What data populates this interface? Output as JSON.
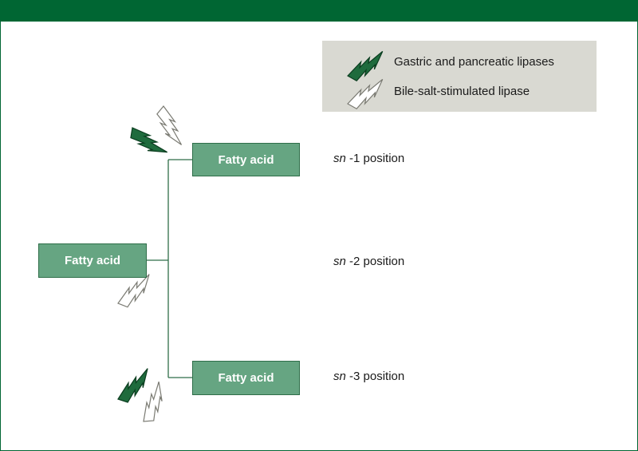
{
  "legend": {
    "gastric_label": "Gastric and pancreatic lipases",
    "bile_label": "Bile-salt-stimulated lipase"
  },
  "boxes": {
    "sn1": "Fatty acid",
    "sn2": "Fatty acid",
    "sn3": "Fatty acid"
  },
  "positions": {
    "sn1_prefix": "sn",
    "sn1_suffix": "-1 position",
    "sn2_prefix": "sn",
    "sn2_suffix": "-2 position",
    "sn3_prefix": "sn",
    "sn3_suffix": "-3 position"
  },
  "colors": {
    "frame": "#006633",
    "box_fill": "#66a582",
    "gastric_bolt": "#1f6b3d",
    "bile_bolt": "#ffffff",
    "legend_bg": "#d9d9d2"
  },
  "icons": {
    "gastric": "lightning-bolt-green-icon",
    "bile": "lightning-bolt-white-icon"
  }
}
